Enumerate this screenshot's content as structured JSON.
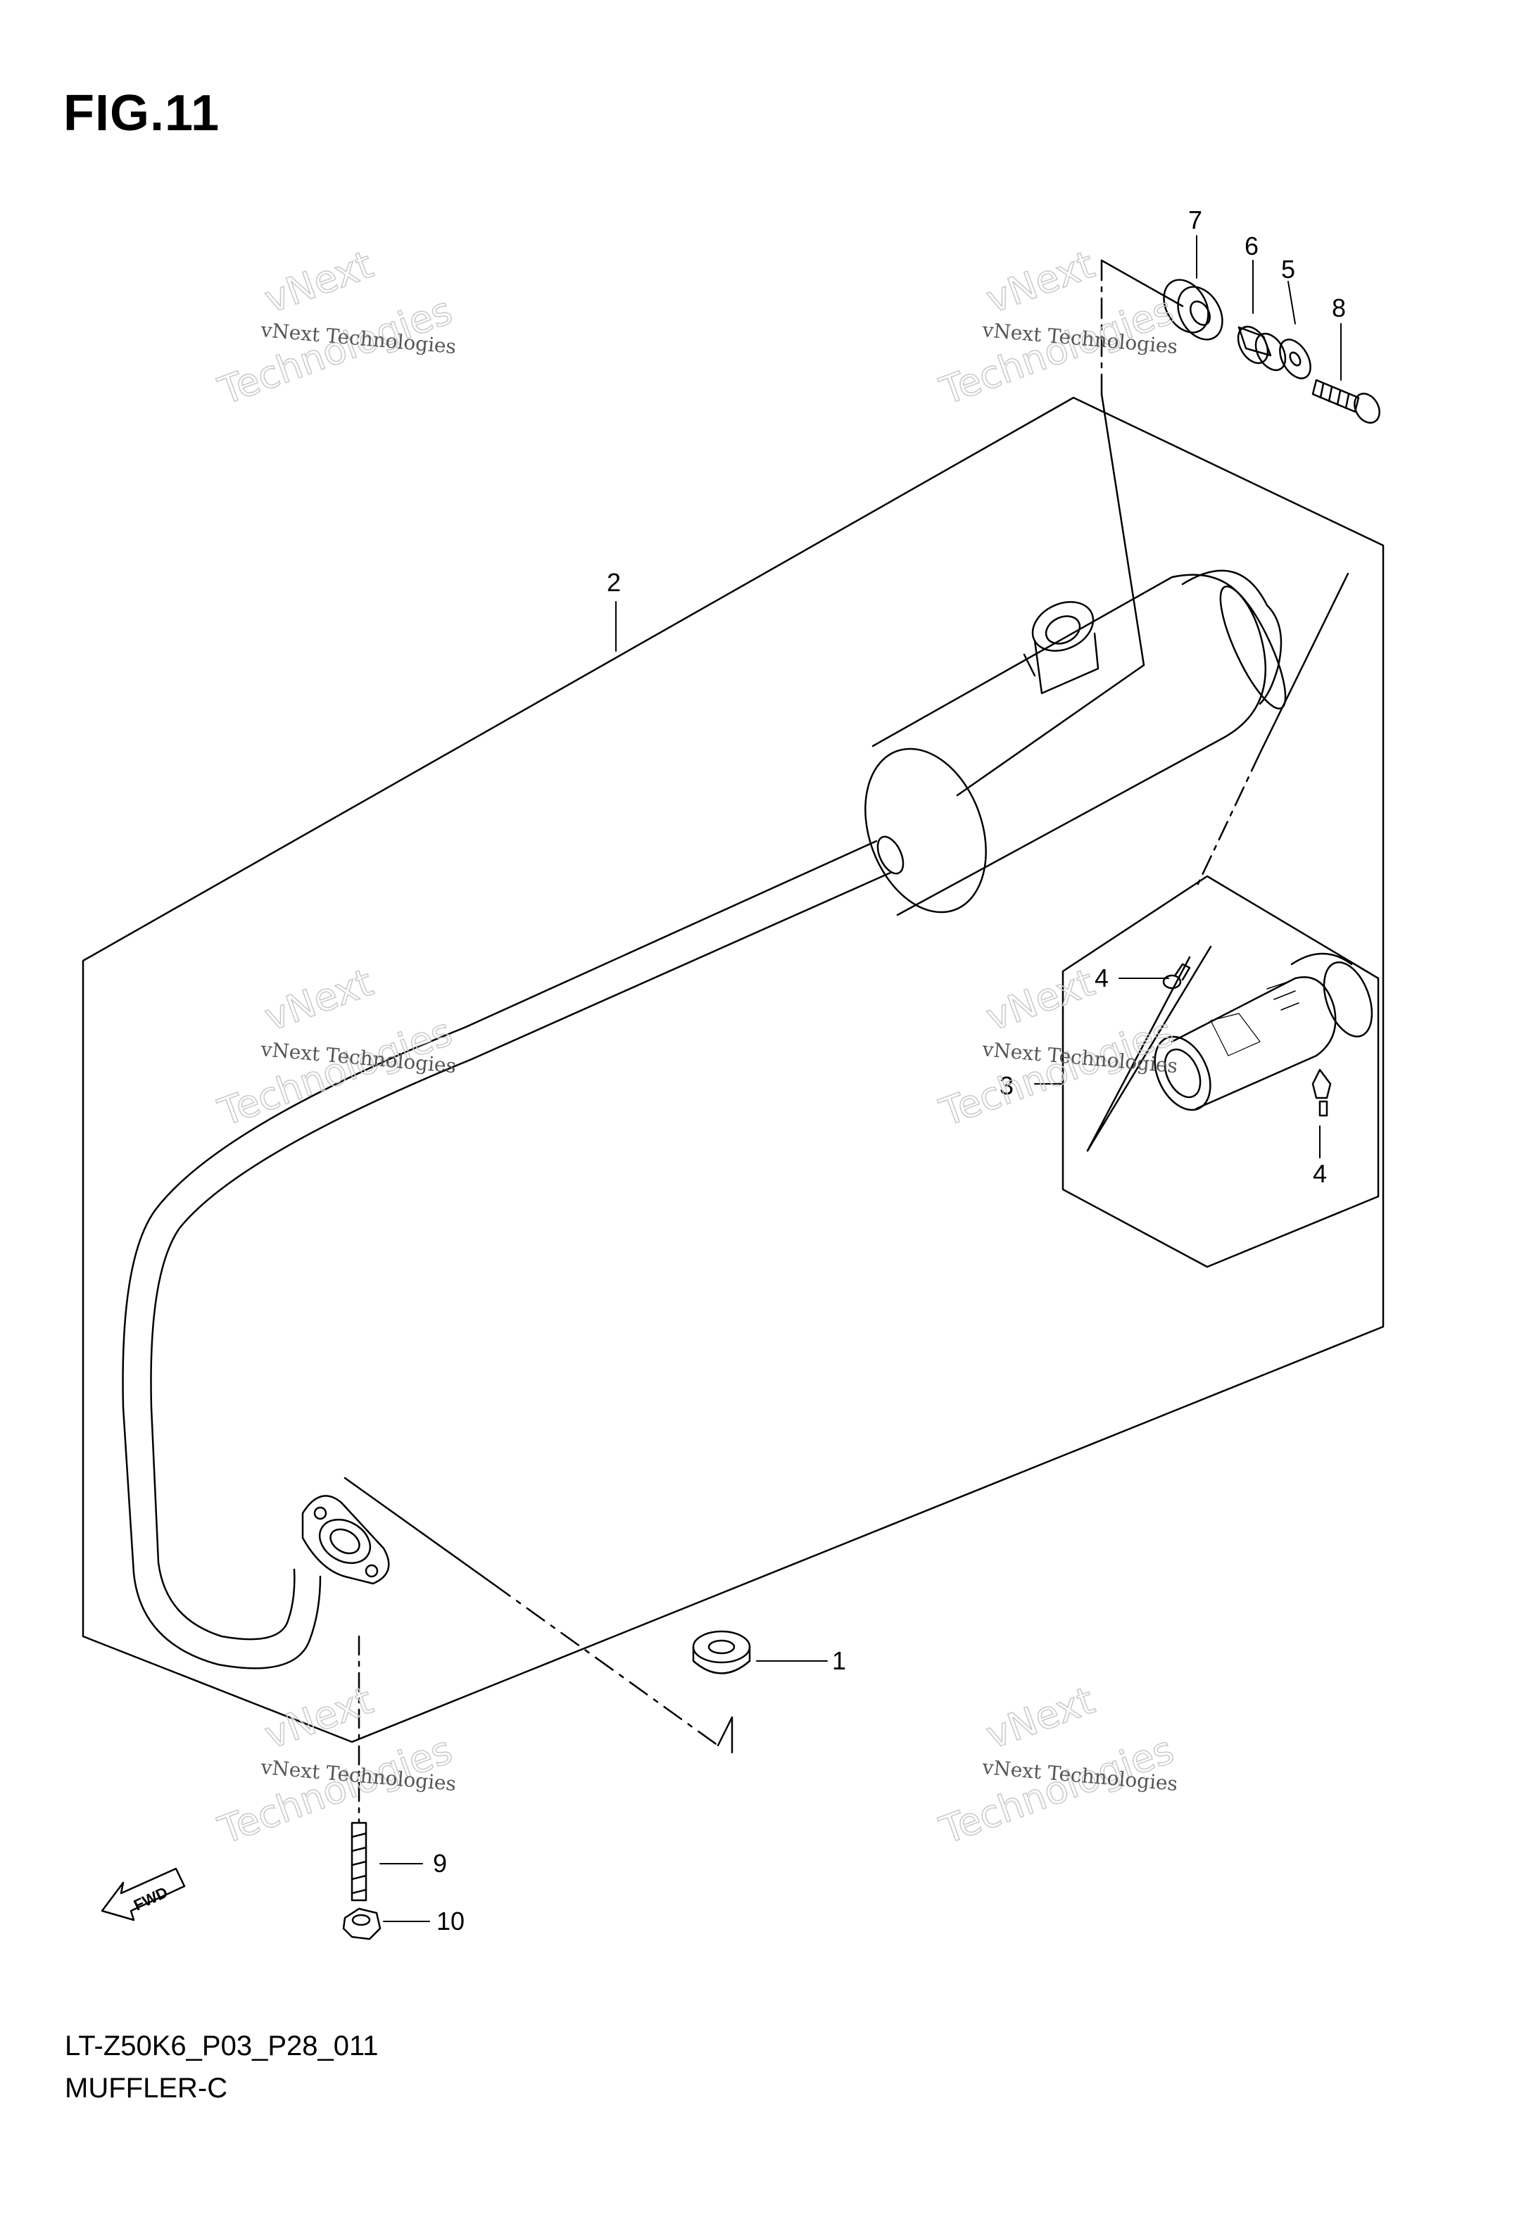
{
  "figure": {
    "title": "FIG.11"
  },
  "callouts": [
    "1",
    "2",
    "3",
    "4",
    "4",
    "5",
    "6",
    "7",
    "8",
    "9",
    "10"
  ],
  "fwd_label": "FWD",
  "watermark": {
    "line1": "vNext Technologies",
    "line2": "vNext",
    "line3": "Technologies"
  },
  "footer": {
    "code": "LT-Z50K6_P03_P28_011",
    "name": "MUFFLER-C"
  }
}
